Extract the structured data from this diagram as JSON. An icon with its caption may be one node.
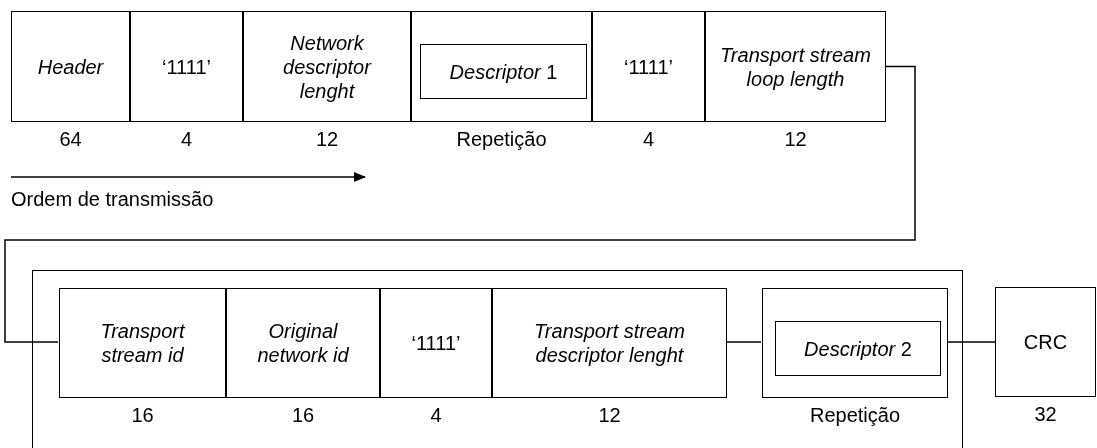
{
  "diagram": {
    "nodes": [
      {
        "text": [
          "Header"
        ],
        "beside": [
          "64"
        ]
      },
      {
        "text": [
          "‘1111’"
        ],
        "beside": [
          "4"
        ]
      },
      {
        "text": [
          "Network descriptor lenght"
        ],
        "beside": [
          "12"
        ]
      },
      {
        "text": [],
        "shape": "box",
        "beside": [
          "Repetição"
        ]
      },
      {
        "text": [
          "*Descriptor* 1"
        ],
        "in": 3
      },
      {
        "text": [
          "‘1111’"
        ],
        "beside": [
          "4"
        ]
      },
      {
        "text": [
          "Transport stream loop length"
        ],
        "beside": [
          "12"
        ]
      },
      {
        "text": [],
        "shape": "box"
      },
      {
        "text": [
          "Transport stream id"
        ],
        "in": 7,
        "beside": [
          "16"
        ]
      },
      {
        "text": [
          "Original network id"
        ],
        "in": 7,
        "beside": [
          "16"
        ]
      },
      {
        "text": [
          "‘1111’"
        ],
        "in": 7,
        "beside": [
          "4"
        ]
      },
      {
        "text": [
          "Transport stream descriptor lenght"
        ],
        "in": 7,
        "beside": [
          "12"
        ]
      },
      {
        "text": [],
        "shape": "box",
        "in": 7,
        "beside": [
          "Repetição"
        ]
      },
      {
        "text": [
          "*Descriptor* 2"
        ],
        "in": 12
      },
      {
        "text": [
          "CRC"
        ],
        "beside": [
          "32"
        ]
      }
    ],
    "edges": [
      {
        "from": 6,
        "to": 8,
        "arrow": "none"
      },
      {
        "from": 11,
        "to": 12,
        "arrow": "none"
      },
      {
        "from": 12,
        "to": 14,
        "arrow": "none"
      }
    ],
    "labels": [
      "Ordem de transmissão"
    ]
  }
}
